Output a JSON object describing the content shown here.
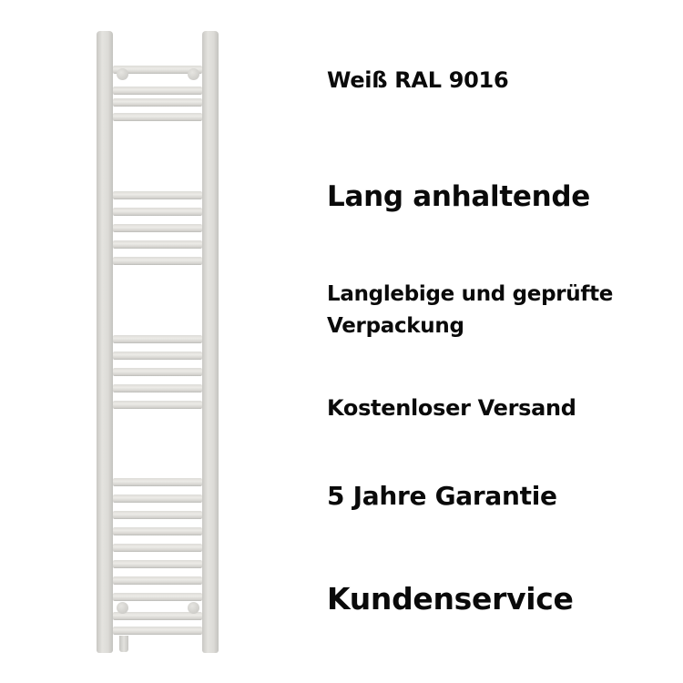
{
  "product_image": {
    "label": "towel-radiator",
    "colors": {
      "body": "#dcdbd7",
      "shadow": "#b9b8b4",
      "background": "#ffffff"
    },
    "bar_groups": [
      {
        "bars_y": [
          72,
          95,
          108,
          124
        ]
      },
      {
        "bars_y": [
          210,
          228,
          246,
          264,
          282
        ]
      },
      {
        "bars_y": [
          368,
          386,
          404,
          422,
          440
        ]
      },
      {
        "bars_y": [
          525,
          543,
          561,
          579,
          597,
          615,
          633,
          651,
          668,
          686
        ]
      }
    ]
  },
  "features": [
    {
      "text": "Weiß RAL 9016"
    },
    {
      "text": "Lang anhaltende"
    },
    {
      "text": "Langlebige und geprüfte Verpackung"
    },
    {
      "text": "Kostenloser Versand"
    },
    {
      "text": "5 Jahre Garantie"
    },
    {
      "text": "Kundenservice"
    }
  ],
  "text_color": "#0a0a0a"
}
